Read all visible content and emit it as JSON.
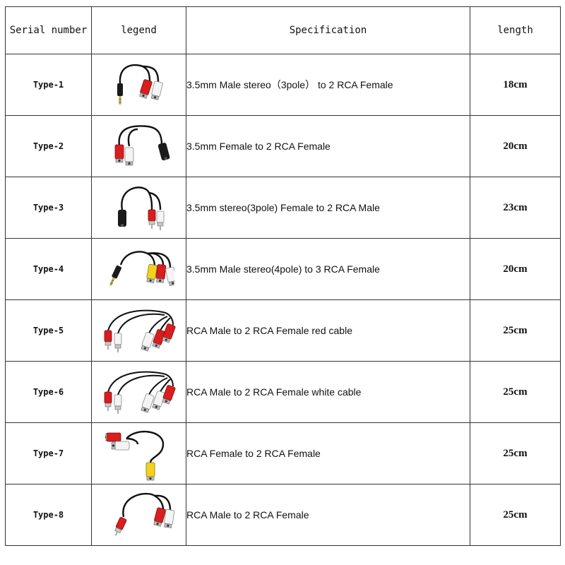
{
  "headers": {
    "serial": "Serial number",
    "legend": "legend",
    "spec": "Specification",
    "length": "length"
  },
  "rows": [
    {
      "serial": "Type-1",
      "legend_icon": "mini-jack-male-to-2-rca-female-cable-icon",
      "spec": "3.5mm Male stereo（3pole） to 2 RCA Female",
      "length": "18cm"
    },
    {
      "serial": "Type-2",
      "legend_icon": "mini-jack-female-to-2-rca-female-cable-icon",
      "spec": "3.5mm Female to 2 RCA Female",
      "length": "20cm"
    },
    {
      "serial": "Type-3",
      "legend_icon": "mini-jack-female-to-2-rca-male-cable-icon",
      "spec": "3.5mm stereo(3pole) Female to 2 RCA Male",
      "length": "23cm"
    },
    {
      "serial": "Type-4",
      "legend_icon": "mini-jack-male-to-3-rca-female-cable-icon",
      "spec": "3.5mm Male stereo(4pole) to 3 RCA Female",
      "length": "20cm"
    },
    {
      "serial": "Type-5",
      "legend_icon": "rca-male-to-2-rca-female-red-cable-icon",
      "spec": "RCA Male to 2 RCA Female red cable",
      "length": "25cm"
    },
    {
      "serial": "Type-6",
      "legend_icon": "rca-male-to-2-rca-female-white-cable-icon",
      "spec": "RCA Male to 2 RCA Female white cable",
      "length": "25cm"
    },
    {
      "serial": "Type-7",
      "legend_icon": "rca-female-to-2-rca-female-cable-icon",
      "spec": "RCA Female to 2 RCA Female",
      "length": "25cm"
    },
    {
      "serial": "Type-8",
      "legend_icon": "rca-male-to-2-rca-female-cable-icon",
      "spec": "RCA Male to 2 RCA Female",
      "length": "25cm"
    }
  ],
  "colors": {
    "border": "#333333",
    "rca_red": "#d81e1e",
    "rca_white": "#f2f2f2",
    "rca_yellow": "#f2d21a",
    "cable_black": "#111111"
  }
}
